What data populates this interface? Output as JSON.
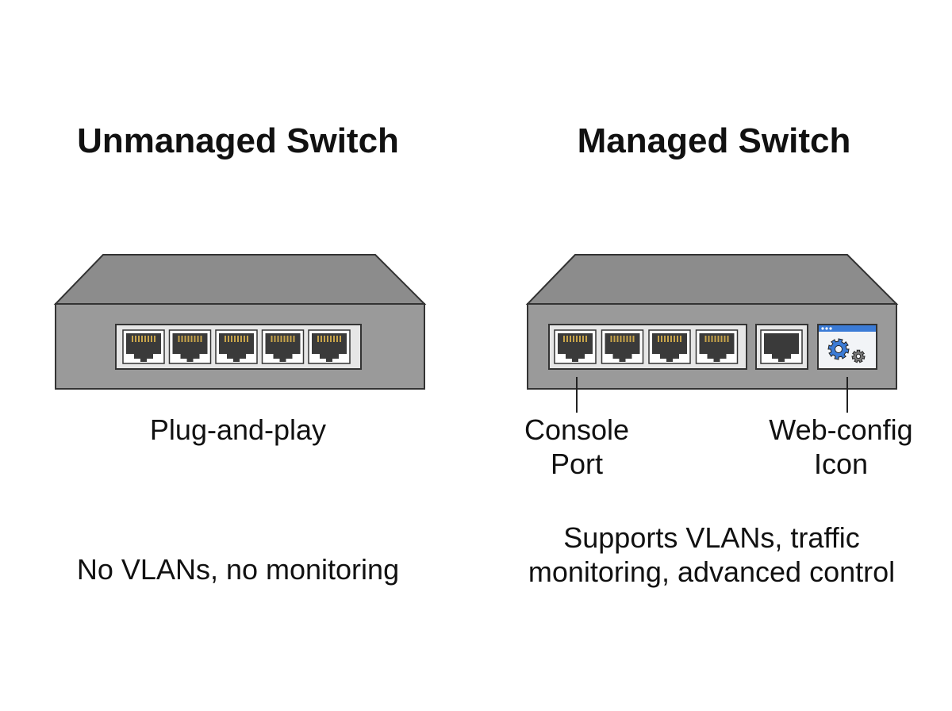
{
  "left": {
    "title": "Unmanaged Switch",
    "feature": "Plug-and-play",
    "summary": "No VLANs, no monitoring"
  },
  "right": {
    "title": "Managed Switch",
    "callouts": {
      "console_line1": "Console",
      "console_line2": "Port",
      "webconfig_line1": "Web-config",
      "webconfig_line2": "Icon"
    },
    "summary_line1": "Supports VLANs, traffic",
    "summary_line2": "monitoring, advanced control"
  },
  "colors": {
    "switch_body": "#9a9a9a",
    "switch_top": "#8c8c8c",
    "port_panel": "#e6e6e6",
    "port_jack": "#3a3a3a",
    "port_pins": "#c8a44a",
    "webconfig_bar": "#3b7bd6",
    "gear": "#3b7bd6"
  },
  "icons": [
    "rj45-port-icon",
    "gear-icon",
    "browser-window-icon"
  ],
  "port_counts": {
    "unmanaged_ethernet": 5,
    "managed_ethernet": 4,
    "managed_console": 1
  }
}
